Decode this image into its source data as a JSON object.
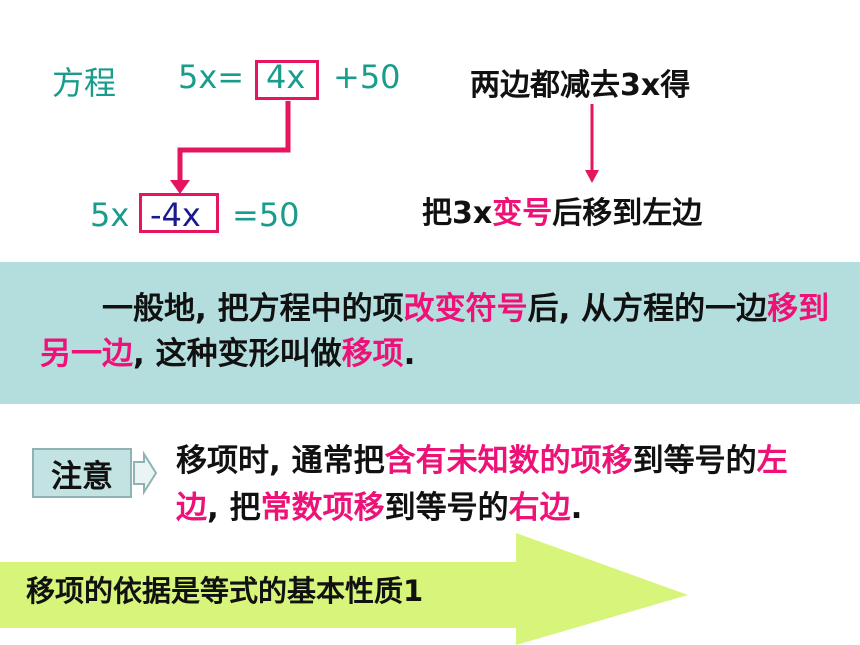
{
  "equation": {
    "label": "方程",
    "lhs": "5x=",
    "boxed_term": "4x",
    "rhs": "+50"
  },
  "equation2": {
    "lhs": "5x",
    "boxed_term": "-4x",
    "rhs": "=50"
  },
  "notes": {
    "top": "两边都减去3x得",
    "bottom_pre": "把3x",
    "bottom_highlight": "变号",
    "bottom_post": "后移到左边"
  },
  "definition": {
    "indent": "　　",
    "p1": "一般地, 把方程中的项",
    "h1": "改变符号",
    "p2": "后, 从方程的一边",
    "h2": "移到另一边",
    "p3": ", 这种变形叫做",
    "h3": "移项",
    "p4": "."
  },
  "notice": {
    "label": "注意",
    "p1": "移项时, 通常把",
    "h1": "含有未知数的项移",
    "p2": "到等号的",
    "h2": "左边",
    "p3": ", 把",
    "h3": "常数项移",
    "p4": "到等号的",
    "h4": "右边",
    "p5": "."
  },
  "banner": {
    "text": "移项的依据是等式的基本性质1"
  },
  "colors": {
    "teal": "#1a9c8c",
    "highlight": "#ee1177",
    "box_border": "#e6155f",
    "band": "#b4dedd",
    "banner": "#d6f57a"
  }
}
